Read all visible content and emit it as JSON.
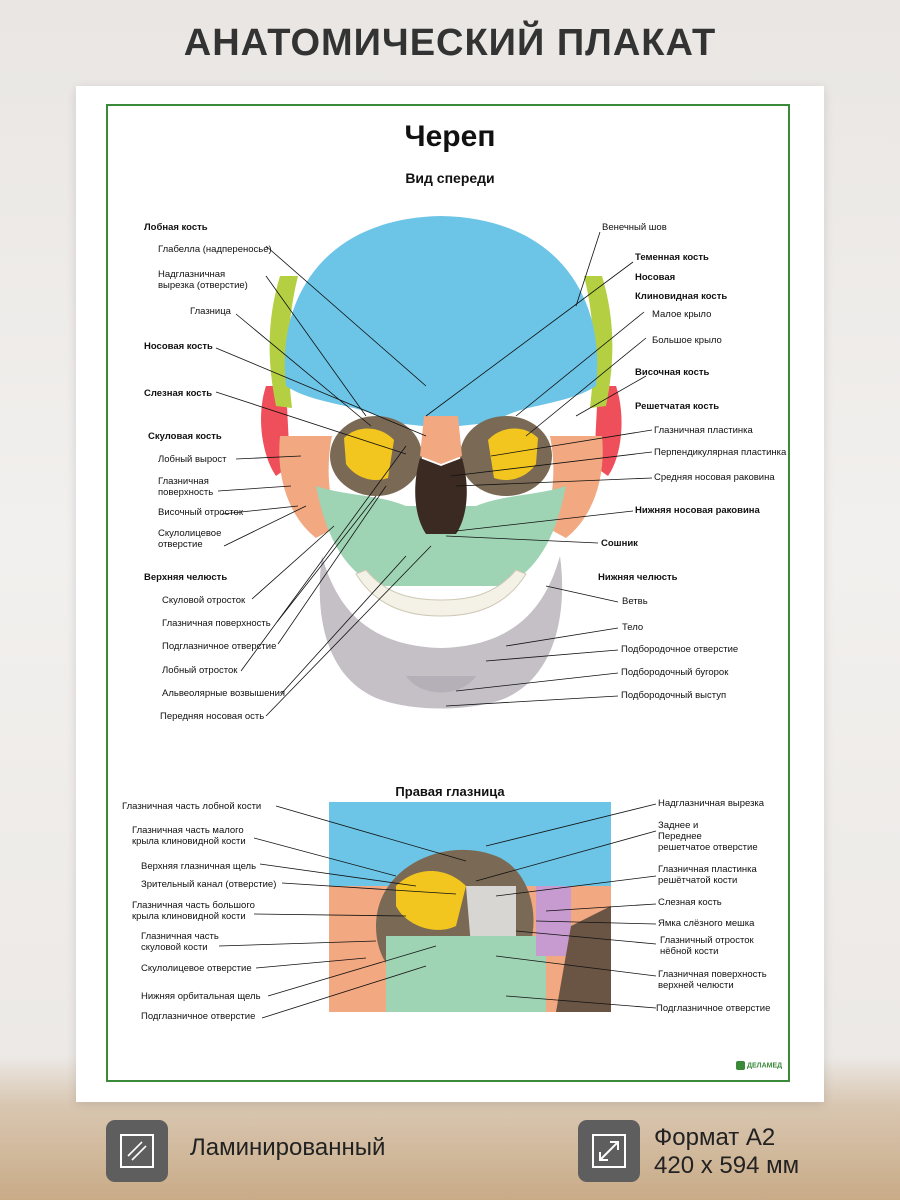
{
  "header": {
    "title": "АНАТОМИЧЕСКИЙ ПЛАКАТ"
  },
  "poster": {
    "title": "Череп",
    "subtitle": "Вид спереди",
    "orbit_title": "Правая глазница",
    "logo_text": "ДЕЛАМЕД"
  },
  "labels_front_left": [
    "Лобная кость",
    "Глабелла (надпереносье)",
    "Надглазничная",
    "вырезка (отверстие)",
    "Глазница",
    "Носовая кость",
    "Слезная кость",
    "Скуловая кость",
    "Лобный вырост",
    "Глазничная",
    "поверхность",
    "Височный отросток",
    "Скулолицевое",
    "отверстие",
    "Верхняя челюсть",
    "Скуловой отросток",
    "Глазничная поверхность",
    "Подглазничное  отверстие",
    "Лобный отросток",
    "Альвеолярные возвышения",
    "Передняя носовая  ость"
  ],
  "labels_front_right": [
    "Венечный шов",
    "Теменная кость",
    "Носовая",
    "Клиновидная кость",
    "Малое крыло",
    "Большое крыло",
    "Височная кость",
    "Решетчатая кость",
    "Глазничная пластинка",
    "Перпендикулярная пластинка",
    "Средняя носовая раковина",
    "Нижняя носовая раковина",
    "Сошник",
    "Нижняя челюсть",
    "Ветвь",
    "Тело",
    "Подбородочное отверстие",
    "Подбородочный бугорок",
    "Подбородочный выступ"
  ],
  "labels_orbit_left": [
    "Глазничная часть лобной кости",
    "Глазничная  часть малого",
    "крыла клиновидной кости",
    "Верхняя глазничная щель",
    "Зрительный канал (отверстие)",
    "Глазничная  часть большого",
    "крыла клиновидной кости",
    "Глазничная часть",
    "скуловой кости",
    "Скулолицевое отверстие",
    "Нижняя орбитальная щель",
    "Подглазничное отверстие"
  ],
  "labels_orbit_right": [
    "Надглазничная вырезка",
    "Заднее и",
    "Переднее",
    "решетчатое отверстие",
    "Глазничная пластинка",
    "решётчатой кости",
    "Слезная кость",
    "Ямка слёзного мешка",
    "Глазничный отросток",
    "нёбной кости",
    "Глазничная поверхность",
    "верхней челюсти",
    "Подглазничное отверстие"
  ],
  "features": {
    "laminated": "Ламинированный",
    "format_line1": "Формат А2",
    "format_line2": "420 х 594 мм"
  },
  "colors": {
    "frontal": "#6cc4e6",
    "parietal": "#b4d042",
    "zygomatic": "#f2a880",
    "maxilla": "#9ed3b4",
    "sphenoid": "#f2c61e",
    "temporal": "#ee4f5a",
    "mandible": "#c4c0c6",
    "frame": "#3a8a3a"
  }
}
